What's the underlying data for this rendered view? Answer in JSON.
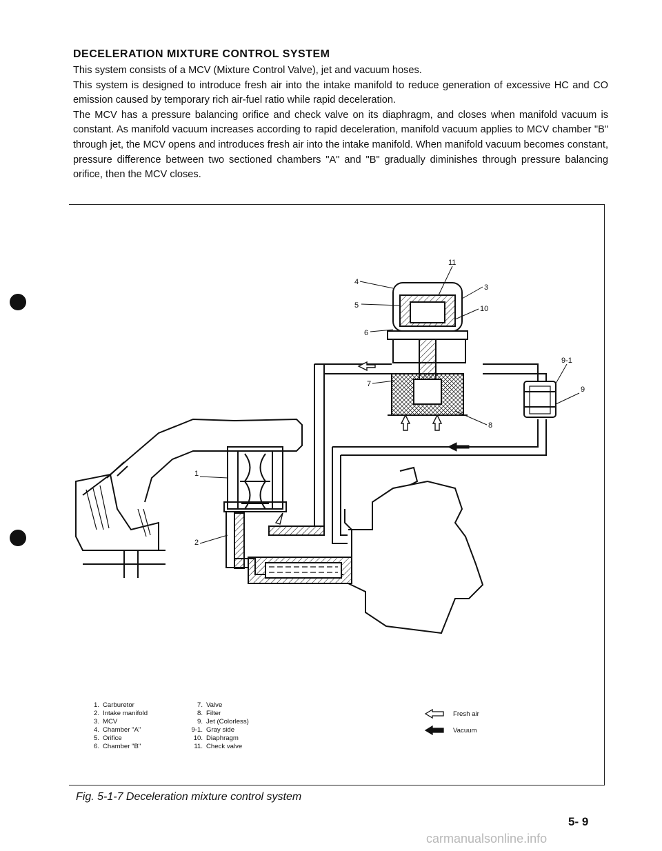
{
  "heading": "DECELERATION MIXTURE CONTROL SYSTEM",
  "paragraphs": [
    "This system consists of a MCV (Mixture Control Valve), jet and vacuum hoses.",
    "This system is designed to introduce fresh air into the intake manifold to reduce generation of excessive HC and CO emission caused by temporary rich air-fuel ratio while rapid deceleration.",
    "The MCV has a pressure balancing orifice and check valve on its diaphragm, and closes when manifold vacuum is constant. As manifold vacuum increases according to rapid deceleration, manifold vacuum applies to MCV chamber \"B\" through jet, the MCV opens and introduces fresh air into the intake manifold. When manifold vacuum becomes constant, pressure difference between two sectioned chambers \"A\" and \"B\" gradually diminishes through pressure balancing orifice, then the MCV closes."
  ],
  "callouts": {
    "c1": "1",
    "c2": "2",
    "c3": "3",
    "c4": "4",
    "c5": "5",
    "c6": "6",
    "c7": "7",
    "c8": "8",
    "c9": "9",
    "c91": "9-1",
    "c10": "10",
    "c11": "11"
  },
  "legend_left": [
    {
      "num": "1.",
      "label": "Carburetor"
    },
    {
      "num": "2.",
      "label": "Intake manifold"
    },
    {
      "num": "3.",
      "label": "MCV"
    },
    {
      "num": "4.",
      "label": "Chamber \"A\""
    },
    {
      "num": "5.",
      "label": "Orifice"
    },
    {
      "num": "6.",
      "label": "Chamber \"B\""
    }
  ],
  "legend_right": [
    {
      "num": "7.",
      "label": "Valve"
    },
    {
      "num": "8.",
      "label": "Filter"
    },
    {
      "num": "9.",
      "label": "Jet (Colorless)"
    },
    {
      "num": "9-1.",
      "label": "Gray side"
    },
    {
      "num": "10.",
      "label": "Diaphragm"
    },
    {
      "num": "11.",
      "label": "Check valve"
    }
  ],
  "arrow_legend": {
    "fresh_air": "Fresh air",
    "vacuum": "Vacuum"
  },
  "caption": "Fig. 5-1-7 Deceleration mixture control system",
  "page_number": "5- 9",
  "watermark": "carmanualsonline.info"
}
